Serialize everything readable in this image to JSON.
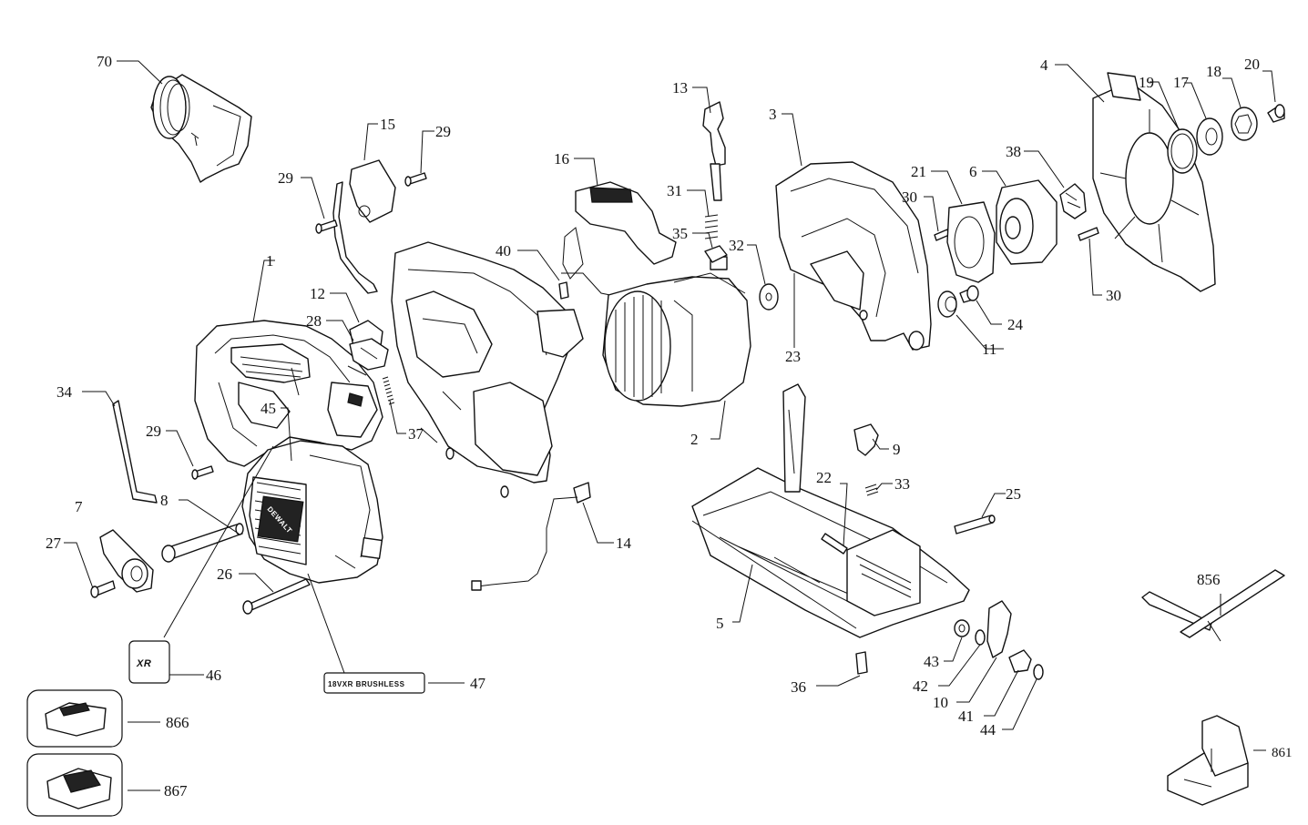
{
  "diagram": {
    "callouts": {
      "c1": "1",
      "c2": "2",
      "c3": "3",
      "c4": "4",
      "c5": "5",
      "c6": "6",
      "c7": "7",
      "c8": "8",
      "c9": "9",
      "c10": "10",
      "c11": "11",
      "c12": "12",
      "c13": "13",
      "c14": "14",
      "c15": "15",
      "c16": "16",
      "c17": "17",
      "c18": "18",
      "c19": "19",
      "c20": "20",
      "c21": "21",
      "c22": "22",
      "c23": "23",
      "c24": "24",
      "c25": "25",
      "c26": "26",
      "c27": "27",
      "c28": "28",
      "c29a": "29",
      "c29b": "29",
      "c29c": "29",
      "c30a": "30",
      "c30b": "30",
      "c31": "31",
      "c32": "32",
      "c33": "33",
      "c34": "34",
      "c35": "35",
      "c36": "36",
      "c37": "37",
      "c38": "38",
      "c40": "40",
      "c41": "41",
      "c42": "42",
      "c43": "43",
      "c44": "44",
      "c45": "45",
      "c46": "46",
      "c47": "47",
      "c70": "70",
      "c856": "856",
      "c861": "861",
      "c866": "866",
      "c867": "867"
    },
    "labels": {
      "badge_brand": "DEWALT",
      "badge_xr": "XR",
      "badge_18v": "18VXR BRUSHLESS"
    }
  }
}
